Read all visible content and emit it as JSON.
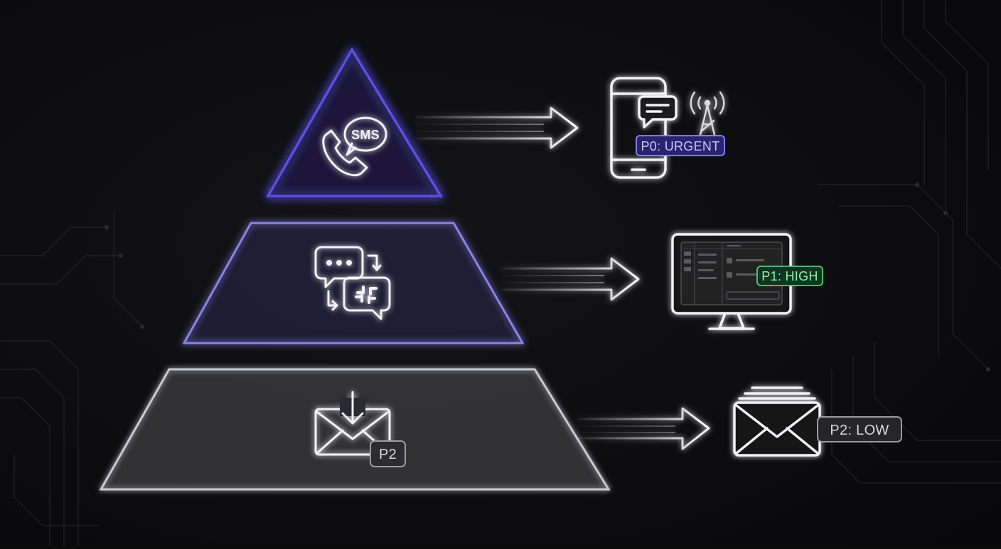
{
  "diagram": {
    "title": "Alert priority escalation pyramid",
    "tiers": [
      {
        "id": "p0",
        "channel_icon": "sms-phone-icon",
        "icon_text": "SMS",
        "device_icon": "mobile-phone-icon",
        "badge": "P0: URGENT",
        "color": "#5b4fe0",
        "badge_color": "#8f86ff"
      },
      {
        "id": "p1",
        "channel_icon": "chat-slack-icon",
        "device_icon": "desktop-monitor-icon",
        "badge": "P1: HIGH",
        "color": "#8a82e8",
        "badge_color": "#4cd07a"
      },
      {
        "id": "p2",
        "channel_icon": "email-inbox-icon",
        "icon_text": "P2",
        "device_icon": "mail-envelope-icon",
        "badge": "P2: LOW",
        "color": "#b9b9c2",
        "badge_color": "#d2d2d8"
      }
    ]
  }
}
